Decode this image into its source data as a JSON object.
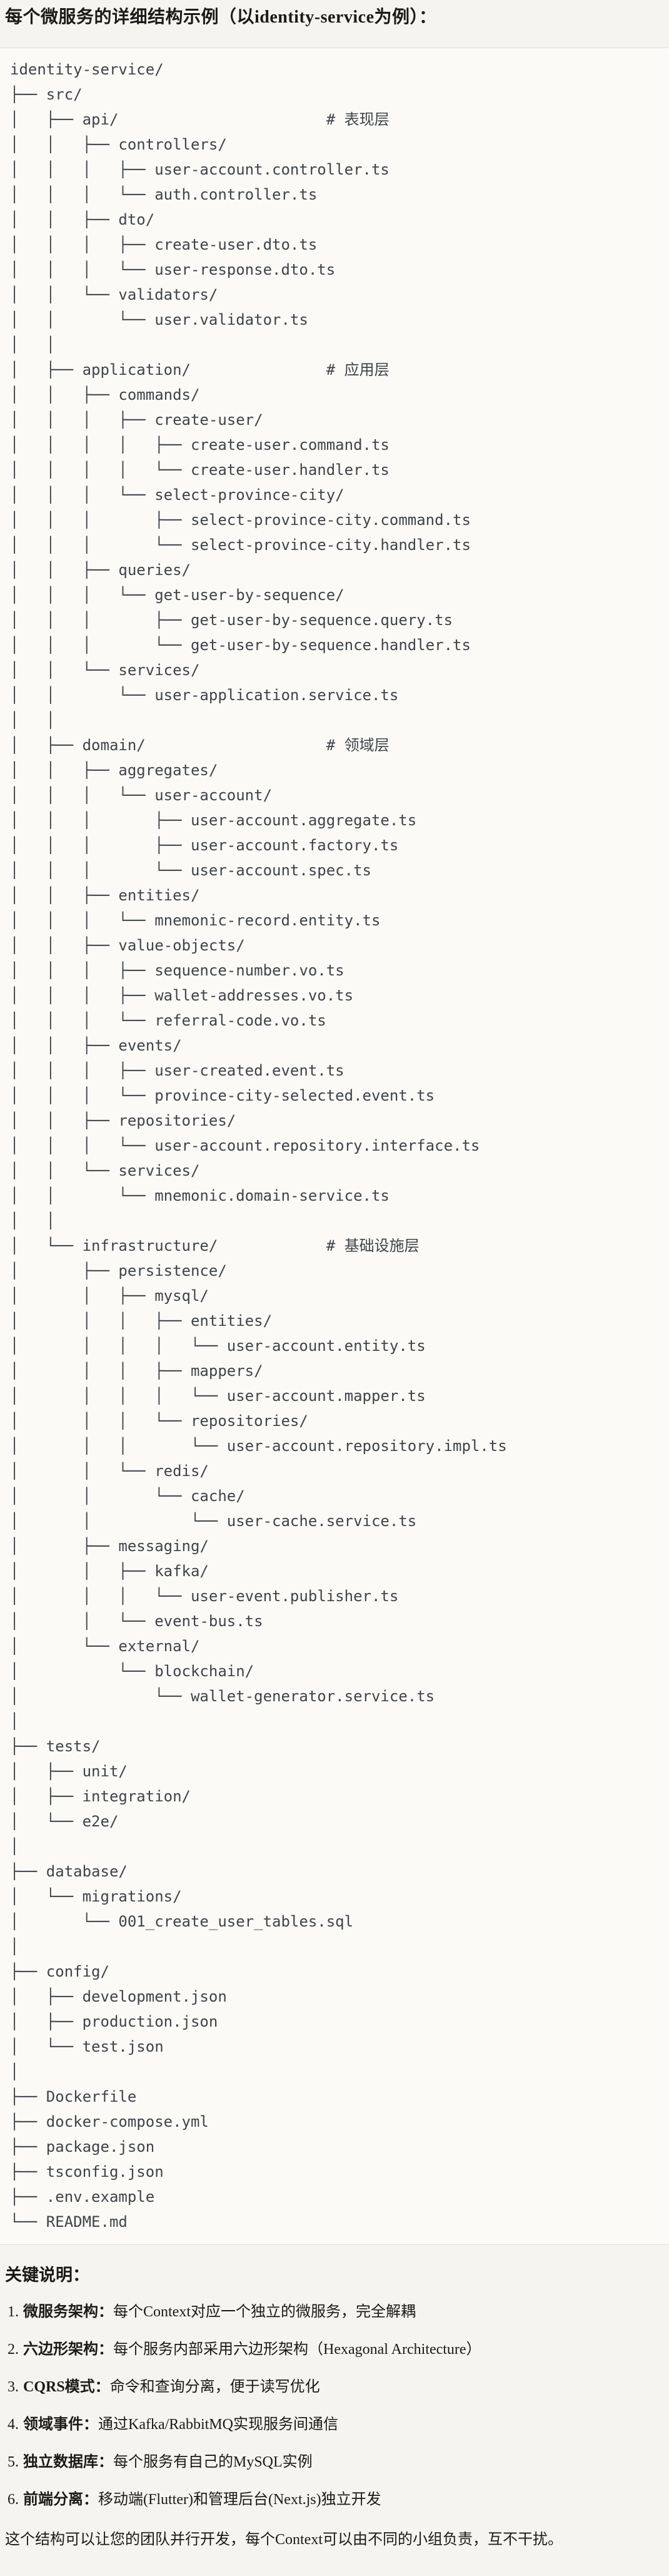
{
  "page": {
    "title": "每个微服务的详细结构示例（以identity-service为例）：",
    "background_color": "#f6f4ee"
  },
  "code_block": {
    "background_color": "#fbfaf7",
    "text_color": "#3f444a",
    "lines": [
      "identity-service/",
      "├── src/",
      "│   ├── api/                       # 表现层",
      "│   │   ├── controllers/",
      "│   │   │   ├── user-account.controller.ts",
      "│   │   │   └── auth.controller.ts",
      "│   │   ├── dto/",
      "│   │   │   ├── create-user.dto.ts",
      "│   │   │   └── user-response.dto.ts",
      "│   │   └── validators/",
      "│   │       └── user.validator.ts",
      "│   │",
      "│   ├── application/               # 应用层",
      "│   │   ├── commands/",
      "│   │   │   ├── create-user/",
      "│   │   │   │   ├── create-user.command.ts",
      "│   │   │   │   └── create-user.handler.ts",
      "│   │   │   └── select-province-city/",
      "│   │   │       ├── select-province-city.command.ts",
      "│   │   │       └── select-province-city.handler.ts",
      "│   │   ├── queries/",
      "│   │   │   └── get-user-by-sequence/",
      "│   │   │       ├── get-user-by-sequence.query.ts",
      "│   │   │       └── get-user-by-sequence.handler.ts",
      "│   │   └── services/",
      "│   │       └── user-application.service.ts",
      "│   │",
      "│   ├── domain/                    # 领域层",
      "│   │   ├── aggregates/",
      "│   │   │   └── user-account/",
      "│   │   │       ├── user-account.aggregate.ts",
      "│   │   │       ├── user-account.factory.ts",
      "│   │   │       └── user-account.spec.ts",
      "│   │   ├── entities/",
      "│   │   │   └── mnemonic-record.entity.ts",
      "│   │   ├── value-objects/",
      "│   │   │   ├── sequence-number.vo.ts",
      "│   │   │   ├── wallet-addresses.vo.ts",
      "│   │   │   └── referral-code.vo.ts",
      "│   │   ├── events/",
      "│   │   │   ├── user-created.event.ts",
      "│   │   │   └── province-city-selected.event.ts",
      "│   │   ├── repositories/",
      "│   │   │   └── user-account.repository.interface.ts",
      "│   │   └── services/",
      "│   │       └── mnemonic.domain-service.ts",
      "│   │",
      "│   └── infrastructure/            # 基础设施层",
      "│       ├── persistence/",
      "│       │   ├── mysql/",
      "│       │   │   ├── entities/",
      "│       │   │   │   └── user-account.entity.ts",
      "│       │   │   ├── mappers/",
      "│       │   │   │   └── user-account.mapper.ts",
      "│       │   │   └── repositories/",
      "│       │   │       └── user-account.repository.impl.ts",
      "│       │   └── redis/",
      "│       │       └── cache/",
      "│       │           └── user-cache.service.ts",
      "│       ├── messaging/",
      "│       │   ├── kafka/",
      "│       │   │   └── user-event.publisher.ts",
      "│       │   └── event-bus.ts",
      "│       └── external/",
      "│           └── blockchain/",
      "│               └── wallet-generator.service.ts",
      "│",
      "├── tests/",
      "│   ├── unit/",
      "│   ├── integration/",
      "│   └── e2e/",
      "│",
      "├── database/",
      "│   └── migrations/",
      "│       └── 001_create_user_tables.sql",
      "│",
      "├── config/",
      "│   ├── development.json",
      "│   ├── production.json",
      "│   └── test.json",
      "│",
      "├── Dockerfile",
      "├── docker-compose.yml",
      "├── package.json",
      "├── tsconfig.json",
      "├── .env.example",
      "└── README.md"
    ]
  },
  "notes": {
    "heading": "关键说明：",
    "items": [
      {
        "num": "1.",
        "term": "微服务架构：",
        "desc": "每个Context对应一个独立的微服务，完全解耦"
      },
      {
        "num": "2.",
        "term": "六边形架构：",
        "desc": "每个服务内部采用六边形架构（Hexagonal Architecture）"
      },
      {
        "num": "3.",
        "term": "CQRS模式：",
        "desc": "命令和查询分离，便于读写优化"
      },
      {
        "num": "4.",
        "term": "领域事件：",
        "desc": "通过Kafka/RabbitMQ实现服务间通信"
      },
      {
        "num": "5.",
        "term": "独立数据库：",
        "desc": "每个服务有自己的MySQL实例"
      },
      {
        "num": "6.",
        "term": "前端分离：",
        "desc": "移动端(Flutter)和管理后台(Next.js)独立开发"
      }
    ],
    "closing": "这个结构可以让您的团队并行开发，每个Context可以由不同的小组负责，互不干扰。"
  }
}
